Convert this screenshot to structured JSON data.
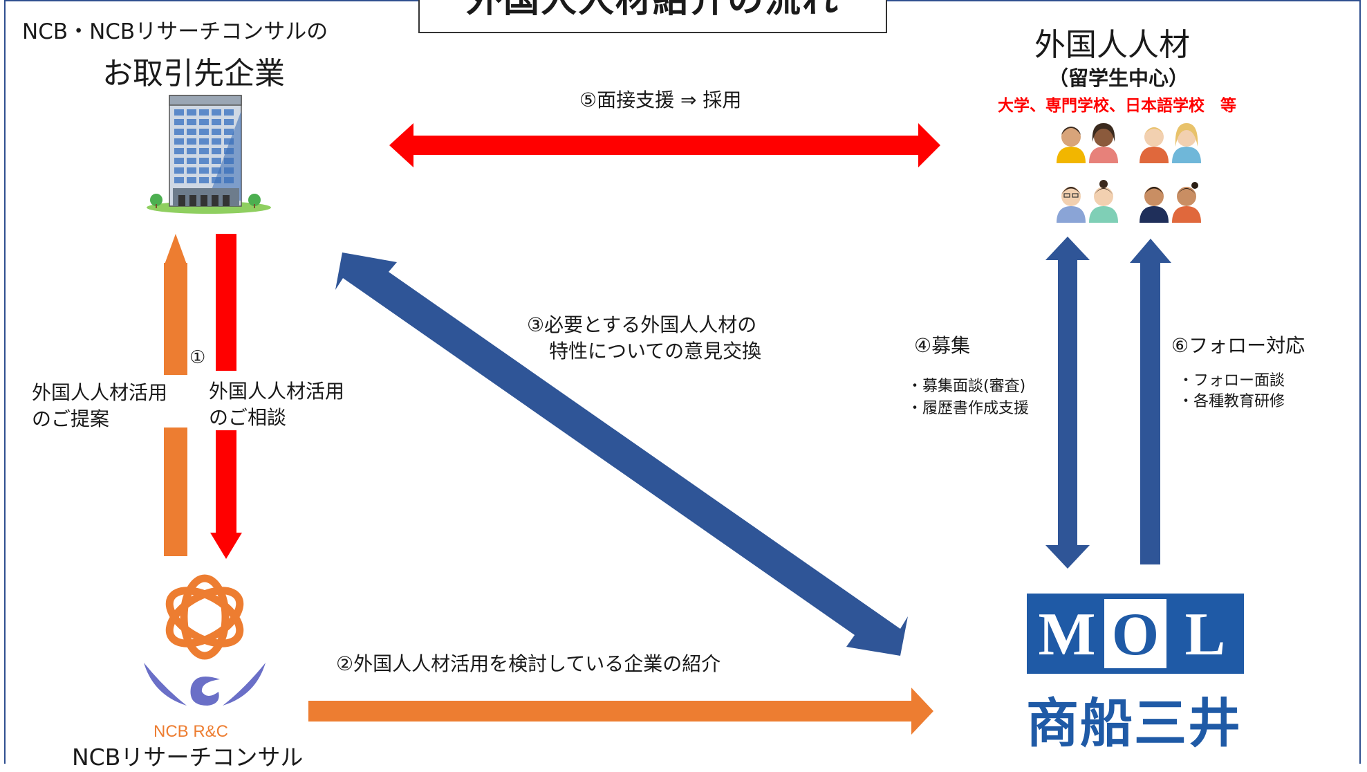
{
  "title": "外国人人材紹介の流れ",
  "client": {
    "line1": "NCB・NCBリサーチコンサルの",
    "line2": "お取引先企業"
  },
  "talent": {
    "title": "外国人人材",
    "subtitle": "（留学生中心）",
    "sources": "大学、専門学校、日本語学校　等"
  },
  "ncb": {
    "logo_text": "NCB R&C",
    "name": "NCBリサーチコンサル"
  },
  "mol": {
    "logo_letters": [
      "M",
      "O",
      "L"
    ],
    "name": "商船三井"
  },
  "steps": {
    "step1_marker": "①",
    "proposal": [
      "外国人人材活用",
      "のご提案"
    ],
    "consultation": [
      "外国人人材活用",
      "のご相談"
    ],
    "step2": "②外国人人材活用を検討している企業の紹介",
    "step3": [
      "③必要とする外国人人材の",
      "特性についての意見交換"
    ],
    "step4_title": "④募集",
    "step4_items": [
      "・募集面談(審査)",
      "・履歴書作成支援"
    ],
    "step5": "⑤面接支援 ⇒ 採用",
    "step6_title": "⑥フォロー対応",
    "step6_items": [
      "・フォロー面談",
      "・各種教育研修"
    ]
  },
  "colors": {
    "red": "#ff0000",
    "orange": "#ed7d31",
    "blue": "#2f5597",
    "mol_blue": "#1f5aa6",
    "frame": "#2f4f8f"
  }
}
